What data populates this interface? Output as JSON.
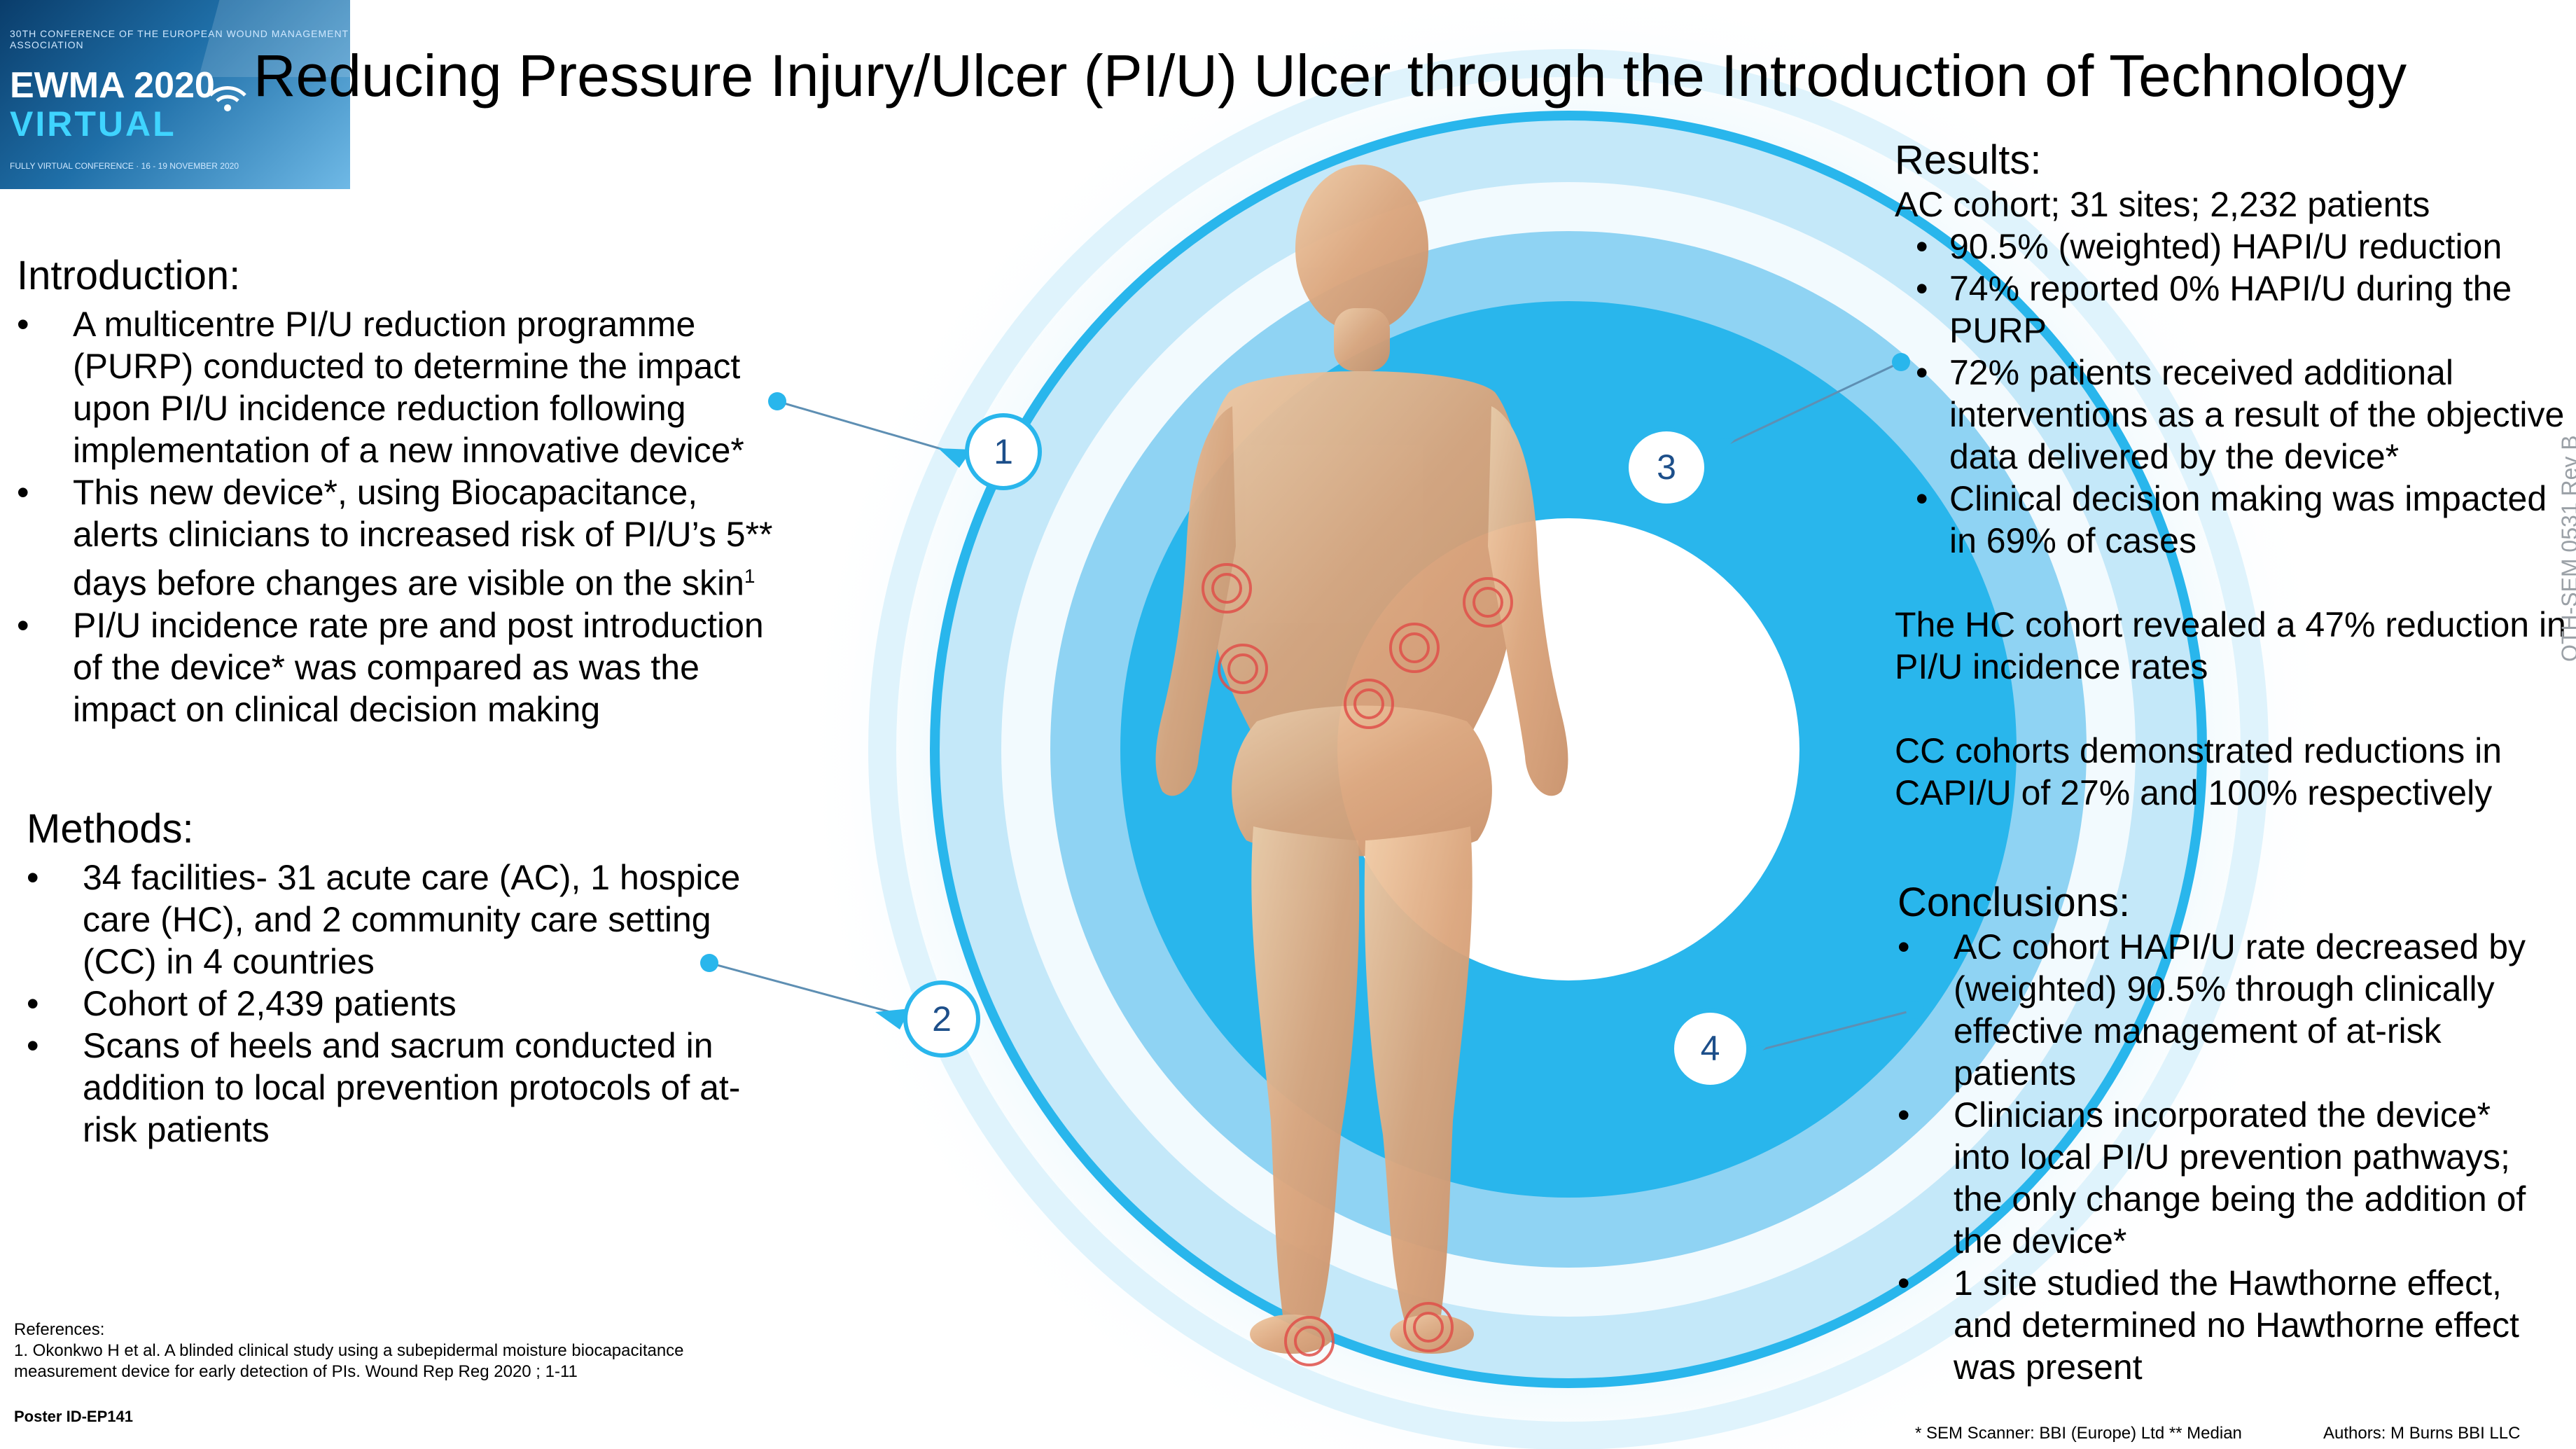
{
  "logo": {
    "conference_line": "30TH CONFERENCE OF THE EUROPEAN WOUND MANAGEMENT ASSOCIATION",
    "title": "EWMA 2020",
    "subtitle": "VIRTUAL",
    "dates": "FULLY VIRTUAL CONFERENCE · 16 - 19 NOVEMBER 2020"
  },
  "title": "Reducing Pressure Injury/Ulcer (PI/U) Ulcer through the Introduction of Technology",
  "introduction": {
    "heading": "Introduction:",
    "bullets": [
      "A multicentre PI/U reduction programme (PURP) conducted to determine the impact upon PI/U incidence reduction following implementation of a new innovative device*",
      "This new device*, using Biocapacitance, alerts clinicians to increased risk of PI/U’s 5** days before changes are visible on the skin",
      "PI/U incidence rate pre and post introduction of the device* was compared as was the impact on clinical decision making"
    ],
    "superscript": "1"
  },
  "methods": {
    "heading": "Methods:",
    "bullets": [
      "34 facilities- 31 acute care (AC), 1 hospice care (HC), and 2 community care setting (CC) in 4 countries",
      "Cohort of 2,439 patients",
      "Scans of heels and sacrum conducted in addition to local prevention protocols of at-risk patients"
    ]
  },
  "results": {
    "heading": "Results:",
    "ac_line": "AC cohort; 31 sites; 2,232 patients",
    "bullets": [
      "90.5% (weighted) HAPI/U reduction",
      "74% reported 0% HAPI/U during the PURP",
      "72% patients received additional interventions as a result of the objective data delivered by the device*",
      "Clinical decision making was impacted in 69% of cases"
    ],
    "hc": "The HC cohort revealed a 47% reduction in PI/U incidence rates",
    "cc": "CC cohorts demonstrated reductions in CAPI/U of 27% and 100% respectively"
  },
  "conclusions": {
    "heading": "Conclusions:",
    "bullets": [
      "AC cohort HAPI/U rate decreased by (weighted) 90.5% through clinically effective management of at-risk patients",
      "Clinicians incorporated the device* into local PI/U prevention pathways; the only change being the addition of the device*",
      "1 site studied the Hawthorne effect, and determined no Hawthorne effect was present"
    ]
  },
  "references": {
    "heading": "References:",
    "item": "1.  Okonkwo H et al. A blinded clinical study using a subepidermal moisture biocapacitance measurement device for early detection of PIs. Wound Rep Reg 2020 ; 1-11"
  },
  "poster_id": "Poster ID-EP141",
  "footnote": "* SEM Scanner: BBI (Europe) Ltd ** Median",
  "authors": "Authors: M Burns BBI LLC",
  "doc_code": "OTH-SEM 0531 Rev B",
  "markers": [
    "1",
    "2",
    "3",
    "4"
  ],
  "colors": {
    "ring_blue": "#29b6ec",
    "light_blue": "#bfe6f8",
    "number_text": "#1d4f8a",
    "body_tone": "#e6b48c"
  }
}
